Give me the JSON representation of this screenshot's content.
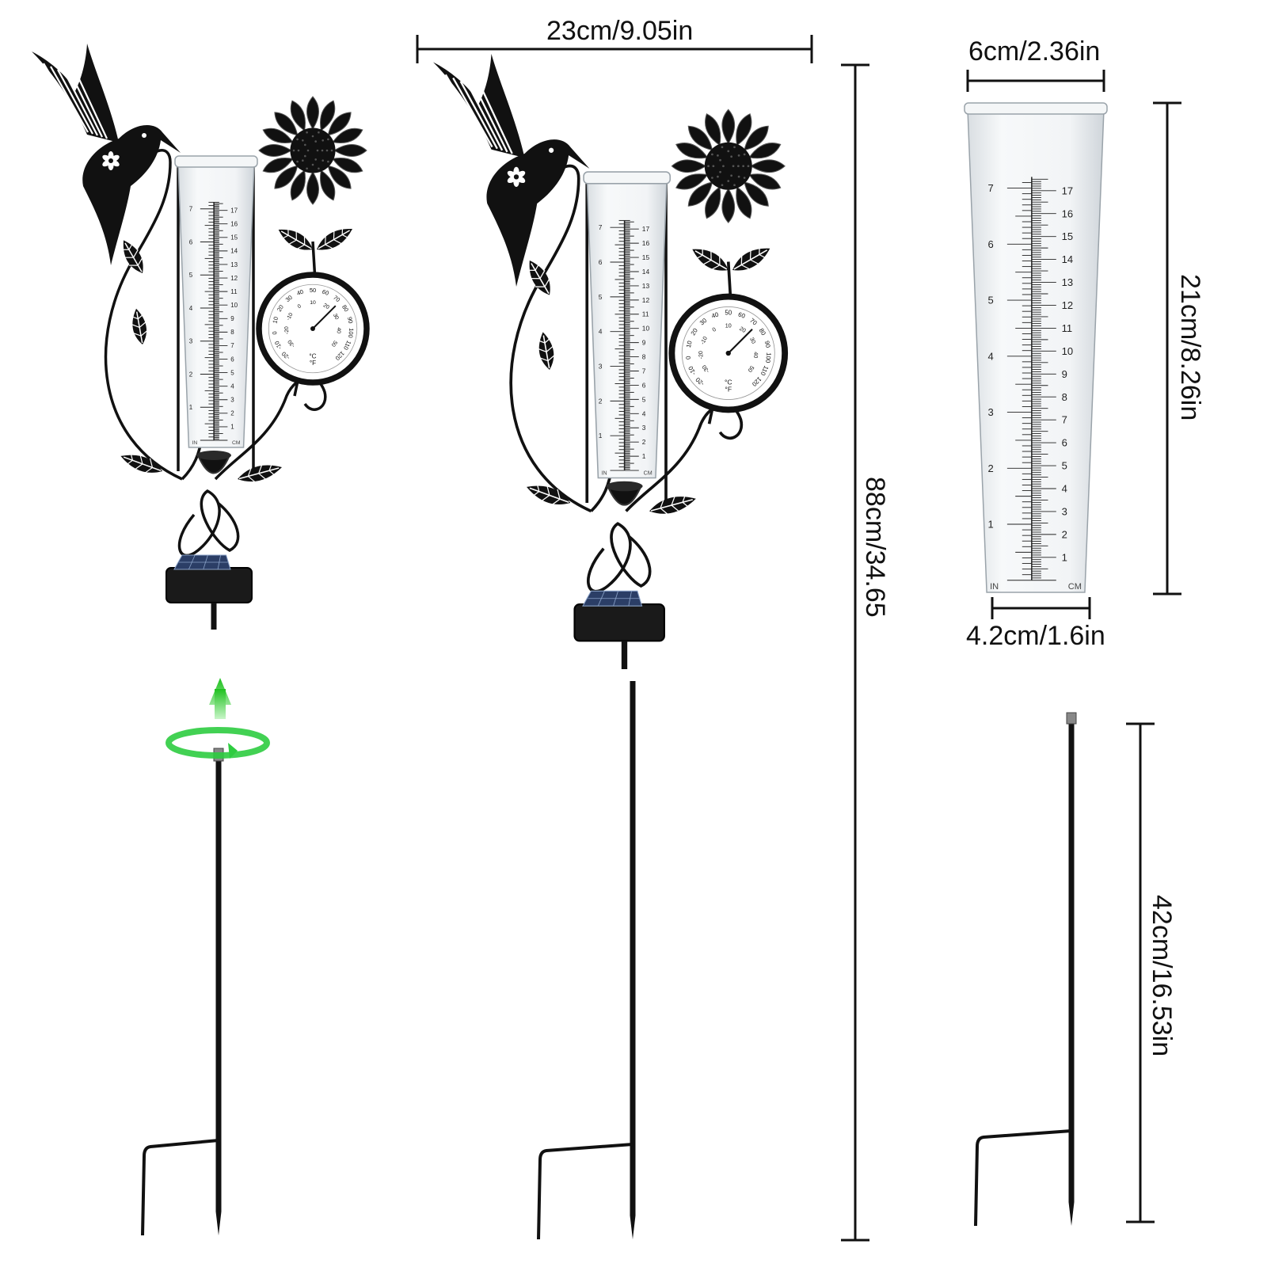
{
  "dimensions": {
    "overall_width": "23cm/9.05in",
    "overall_height": "88cm/34.65",
    "tube_top_width": "6cm/2.36in",
    "tube_height": "21cm/8.26in",
    "tube_bottom_width": "4.2cm/1.6in",
    "stake_length": "42cm/16.53in"
  },
  "rain_gauge": {
    "unit_left": "IN",
    "unit_right": "CM",
    "inch_marks": [
      "1",
      "2",
      "3",
      "4",
      "5",
      "6",
      "7"
    ],
    "cm_marks": [
      "1",
      "2",
      "3",
      "4",
      "5",
      "6",
      "7",
      "8",
      "9",
      "10",
      "11",
      "12",
      "13",
      "14",
      "15",
      "16",
      "17"
    ]
  },
  "thermometer": {
    "celsius_label": "°C",
    "fahrenheit_label": "°F",
    "fahrenheit_scale": [
      "-20",
      "-10",
      "0",
      "10",
      "20",
      "30",
      "40",
      "50",
      "60",
      "70",
      "80",
      "90",
      "100",
      "110",
      "120"
    ],
    "celsius_scale": [
      "-30",
      "-20",
      "-10",
      "0",
      "10",
      "20",
      "30",
      "40",
      "50"
    ]
  },
  "colors": {
    "metal": "#111111",
    "assembly_arrow": "#2ecc40",
    "glass": "#eef1f3"
  },
  "icons": [
    "hummingbird-icon",
    "sunflower-icon",
    "solar-panel-icon",
    "rotate-arrow-icon",
    "up-arrow-icon"
  ]
}
